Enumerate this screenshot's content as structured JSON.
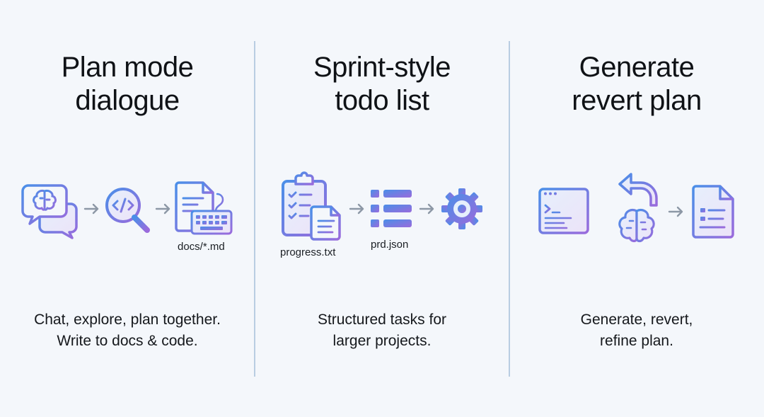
{
  "columns": [
    {
      "title_line1": "Plan mode",
      "title_line2": "dialogue",
      "desc_line1": "Chat, explore, plan together.",
      "desc_line2": "Write to docs & code.",
      "labels": {
        "docs": "docs/*.md"
      }
    },
    {
      "title_line1": "Sprint-style",
      "title_line2": "todo list",
      "desc_line1": "Structured tasks for",
      "desc_line2": "larger projects.",
      "labels": {
        "progress": "progress.txt",
        "prd": "prd.json"
      }
    },
    {
      "title_line1": "Generate",
      "title_line2": "revert plan",
      "desc_line1": "Generate, revert,",
      "desc_line2": "refine plan.",
      "labels": {}
    }
  ],
  "icons": [
    "chat-brain-icon",
    "arrow-right-icon",
    "code-search-icon",
    "arrow-right-icon",
    "document-keyboard-icon",
    "clipboard-checklist-icon",
    "arrow-right-icon",
    "list-icon",
    "arrow-right-icon",
    "gear-icon",
    "terminal-window-icon",
    "undo-arrow-icon",
    "brain-icon",
    "arrow-right-icon",
    "document-icon"
  ],
  "colors": {
    "gradient_start": "#4a8fe8",
    "gradient_end": "#9a6bdc",
    "fill_light": "#e2ecfb",
    "arrow": "#8d98a6",
    "divider": "#b9cde2"
  }
}
